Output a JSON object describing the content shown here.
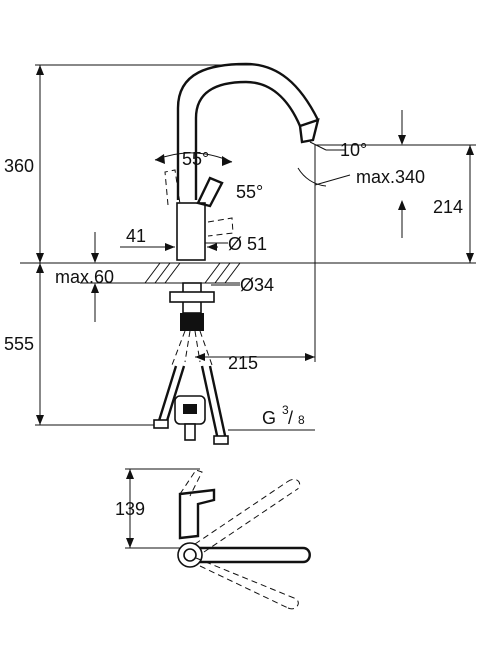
{
  "dimensions": {
    "height_total": "360",
    "below_deck": "555",
    "spout_height": "214",
    "spout_reach": "max.340",
    "deck_thickness": "max.60",
    "lever_offset": "41",
    "body_diameter": "Ø 51",
    "hole_diameter": "Ø34",
    "hose_reach": "215",
    "thread": "G",
    "thread_num": "3",
    "thread_den": "8",
    "swivel_angle": "10°",
    "lever_angle_1": "55°",
    "lever_angle_2": "55°",
    "top_view_depth": "139"
  }
}
